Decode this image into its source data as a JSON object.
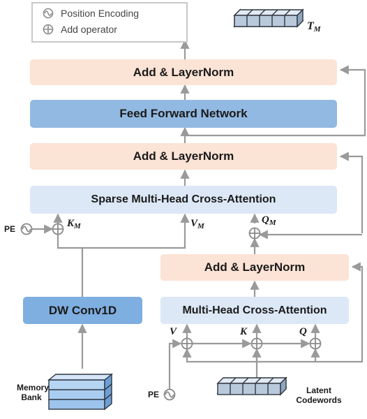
{
  "legend": {
    "position_encoding": "Position Encoding",
    "add_operator": "Add operator"
  },
  "blocks": {
    "add_norm_top": "Add & LayerNorm",
    "ffn": "Feed Forward Network",
    "add_norm_mid": "Add & LayerNorm",
    "sparse_attention": "Sparse Multi-Head Cross-Attention",
    "add_norm_inner": "Add & LayerNorm",
    "mh_attention": "Multi-Head Cross-Attention",
    "dw_conv": "DW Conv1D"
  },
  "labels": {
    "output": {
      "base": "T",
      "sub": "M"
    },
    "k_m": {
      "base": "K",
      "sub": "M"
    },
    "v_m": {
      "base": "V",
      "sub": "M"
    },
    "q_m": {
      "base": "Q",
      "sub": "M"
    },
    "v": "V",
    "k": "K",
    "q": "Q",
    "pe_left": "PE",
    "pe_bottom": "PE",
    "memory_bank_line1": "Memory",
    "memory_bank_line2": "Bank",
    "latent_line1": "Latent",
    "latent_line2": "Codewords"
  },
  "colors": {
    "add_norm": "#fbe3d5",
    "ffn": "#92b9e1",
    "attention": "#dce8f6",
    "dw_conv": "#7faee0",
    "arrow": "#9a9a9a"
  }
}
